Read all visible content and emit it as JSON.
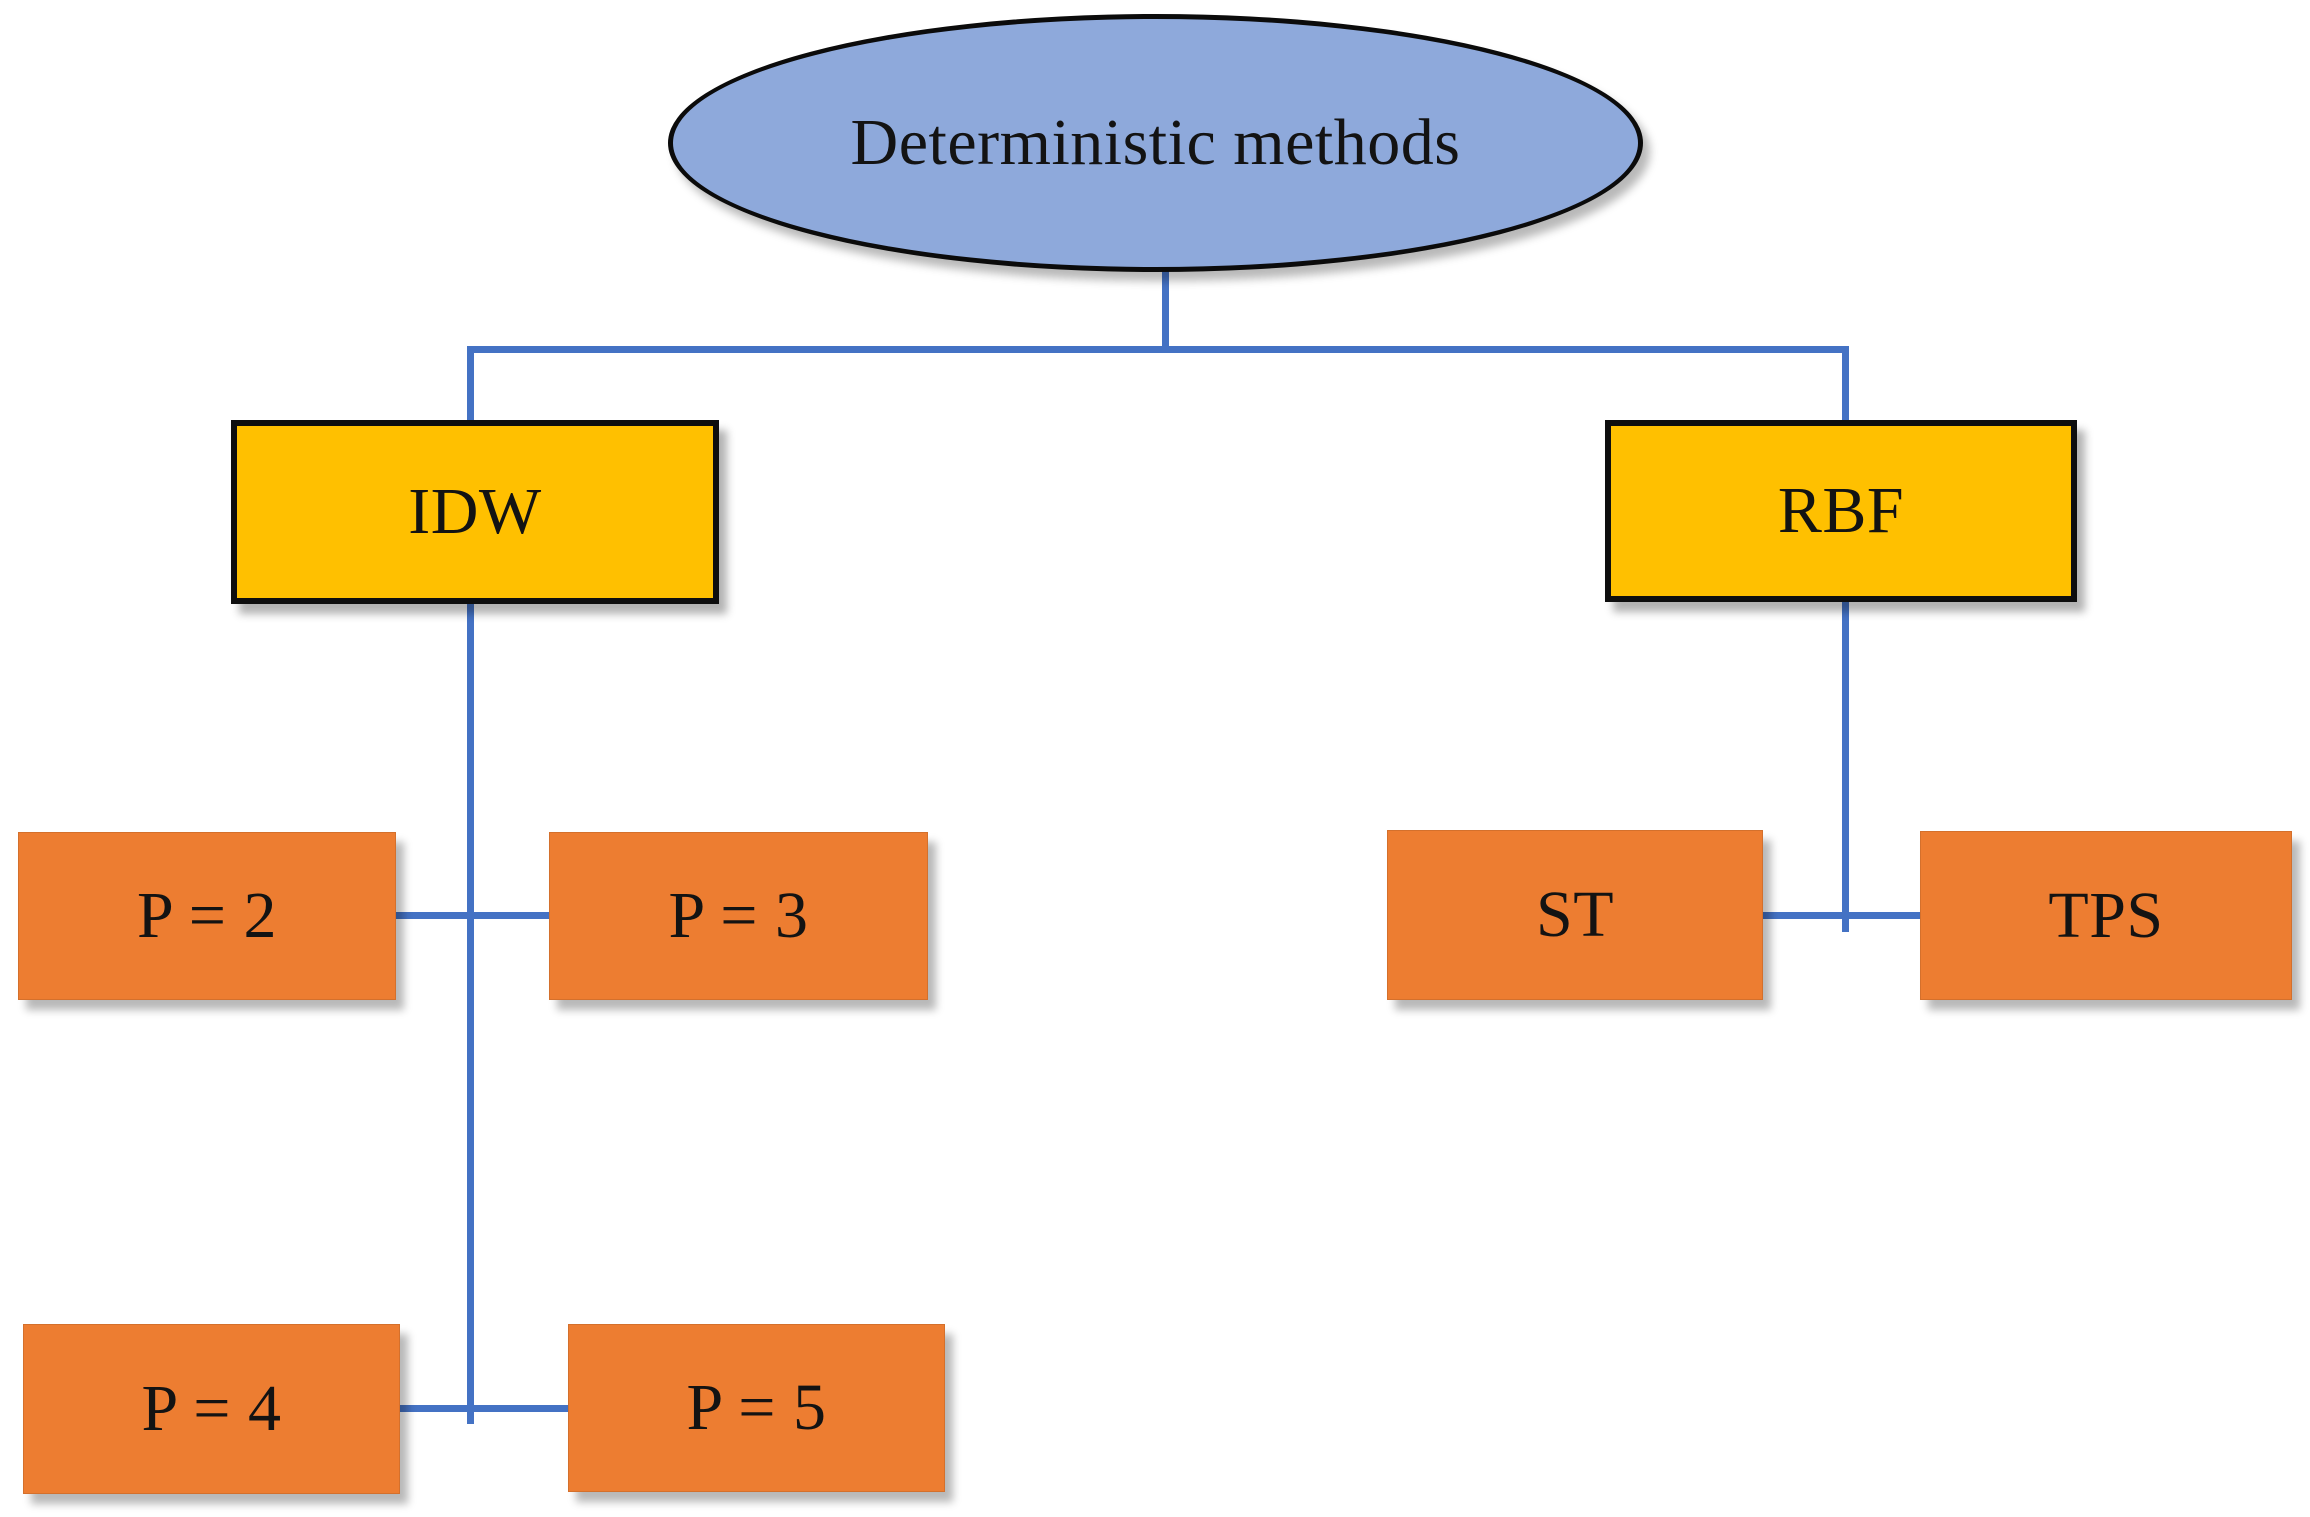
{
  "diagram": {
    "type": "hierarchy-flowchart",
    "tree": {
      "root": {
        "label": "Deterministic methods",
        "shape": "ellipse"
      },
      "branches": [
        {
          "label": "IDW",
          "shape": "rectangle",
          "children": [
            {
              "label": "P = 2"
            },
            {
              "label": "P = 3"
            },
            {
              "label": "P = 4"
            },
            {
              "label": "P = 5"
            }
          ]
        },
        {
          "label": "RBF",
          "shape": "rectangle",
          "children": [
            {
              "label": "ST"
            },
            {
              "label": "TPS"
            }
          ]
        }
      ]
    },
    "colors": {
      "root_fill": "#8EA9DB",
      "branch_fill": "#FFC000",
      "leaf_fill": "#ED7D31",
      "connector": "#4472C4",
      "text": "#131313",
      "background": "#FFFFFF"
    }
  }
}
